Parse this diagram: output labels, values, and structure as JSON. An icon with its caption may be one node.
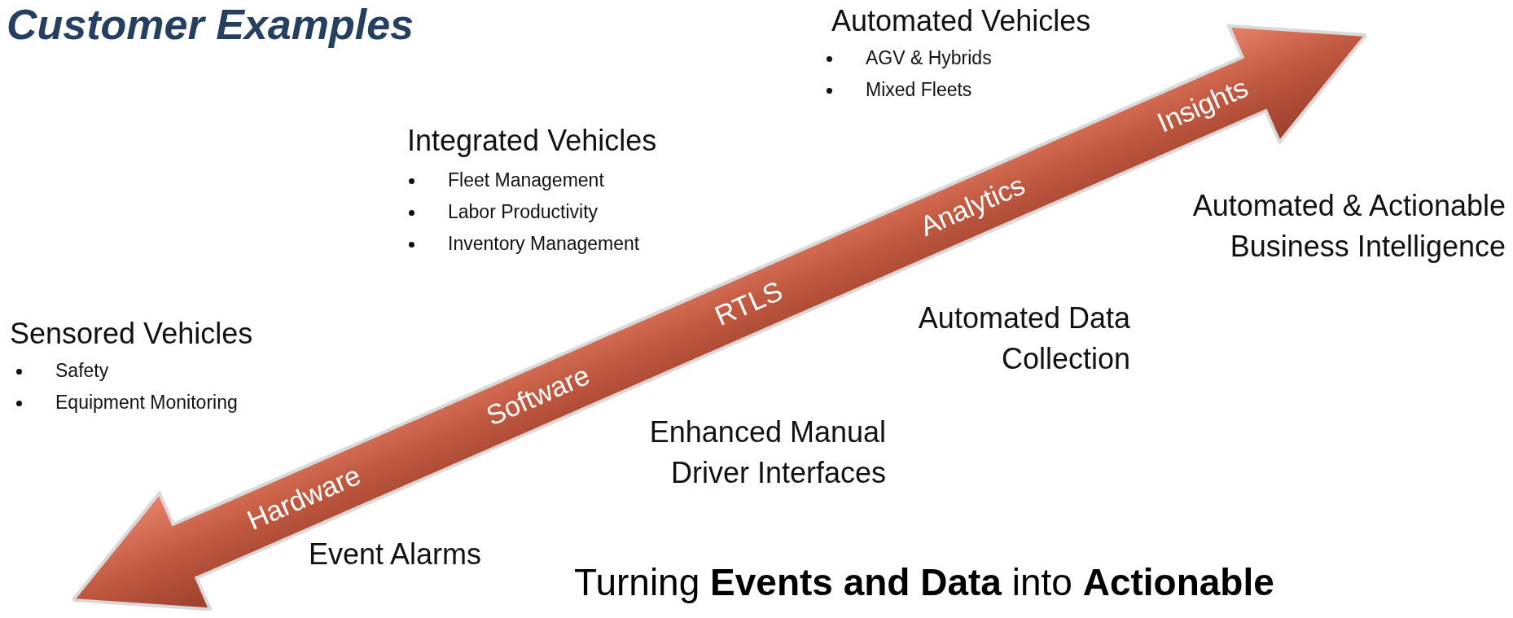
{
  "diagram": {
    "title": "Customer Examples",
    "caption": "Turning **Events and Data** into **Actionable**",
    "nodes": [
      {
        "text": [
          "Hardware",
          "Software",
          "RTLS",
          "Analytics",
          "Insights"
        ]
      }
    ],
    "edges": [],
    "labels": [
      "Automated Vehicles",
      "AGV & Hybrids",
      "Mixed Fleets",
      "Integrated Vehicles",
      "Fleet Management",
      "Labor Productivity",
      "Inventory Management",
      "Automated & Actionable Business Intelligence",
      "Sensored Vehicles",
      "Safety",
      "Equipment Monitoring",
      "Automated Data Collection",
      "Enhanced Manual Driver Interfaces",
      "Event Alarms"
    ]
  }
}
